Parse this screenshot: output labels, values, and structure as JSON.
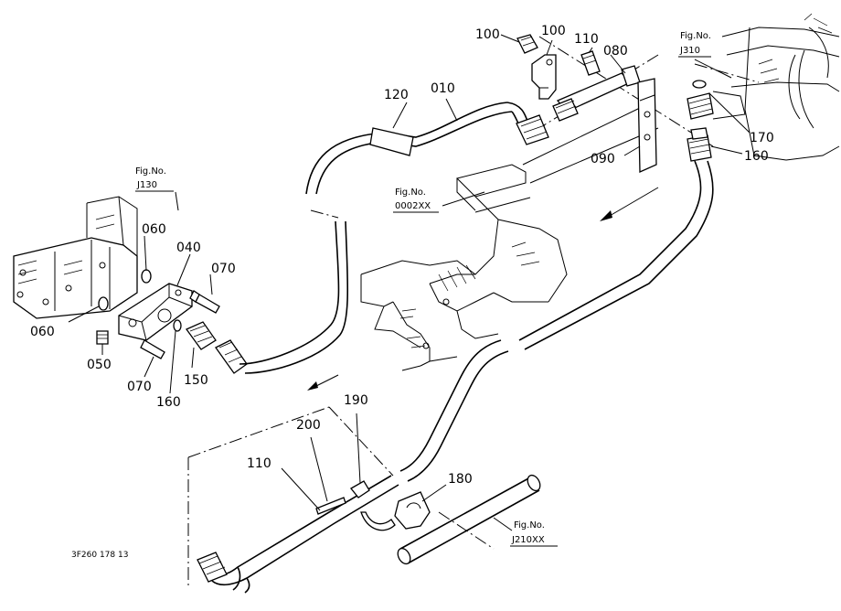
{
  "parts": [
    {
      "id": "p010",
      "no": "010"
    },
    {
      "id": "p040",
      "no": "040"
    },
    {
      "id": "p050",
      "no": "050"
    },
    {
      "id": "p060a",
      "no": "060"
    },
    {
      "id": "p060b",
      "no": "060"
    },
    {
      "id": "p070a",
      "no": "070"
    },
    {
      "id": "p070b",
      "no": "070"
    },
    {
      "id": "p080",
      "no": "080"
    },
    {
      "id": "p090",
      "no": "090"
    },
    {
      "id": "p100",
      "no": "100"
    },
    {
      "id": "p110a",
      "no": "110"
    },
    {
      "id": "p110b",
      "no": "110"
    },
    {
      "id": "p120",
      "no": "120"
    },
    {
      "id": "p150",
      "no": "150"
    },
    {
      "id": "p160a",
      "no": "160"
    },
    {
      "id": "p160b",
      "no": "160"
    },
    {
      "id": "p170a",
      "no": "170"
    },
    {
      "id": "p170b",
      "no": "170"
    },
    {
      "id": "p180",
      "no": "180"
    },
    {
      "id": "p190",
      "no": "190"
    },
    {
      "id": "p200",
      "no": "200"
    }
  ],
  "figure_refs": [
    {
      "id": "j130",
      "caption": "Fig.No.",
      "code": "J130"
    },
    {
      "id": "j310",
      "caption": "Fig.No.",
      "code": "J310"
    },
    {
      "id": "f0002",
      "caption": "Fig.No.",
      "code": "0002XX"
    },
    {
      "id": "j210",
      "caption": "Fig.No.",
      "code": "J210XX"
    }
  ],
  "drawing_code": "3F260  178  13"
}
